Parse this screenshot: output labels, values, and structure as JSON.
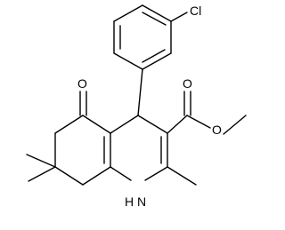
{
  "molecule": {
    "atom_labels": {
      "chlorine": "Cl",
      "ketone_oxygen": "O",
      "ester_carbonyl_oxygen": "O",
      "ester_ether_oxygen": "O",
      "amine": "H\nN"
    }
  },
  "colors": {
    "bond": "#000000",
    "label": "#000000",
    "background": "#ffffff"
  }
}
